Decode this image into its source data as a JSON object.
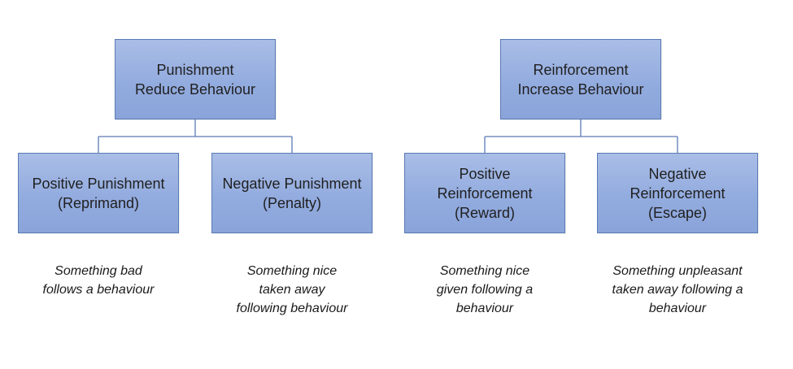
{
  "diagram": {
    "punishment": {
      "root": {
        "lines": [
          "Punishment",
          "Reduce Behaviour"
        ]
      },
      "positive": {
        "lines": [
          "Positive Punishment",
          "(Reprimand)"
        ],
        "caption": [
          "Something bad",
          "follows a behaviour"
        ]
      },
      "negative": {
        "lines": [
          "Negative Punishment",
          "(Penalty)"
        ],
        "caption": [
          "Something nice",
          "taken away",
          "following behaviour"
        ]
      }
    },
    "reinforcement": {
      "root": {
        "lines": [
          "Reinforcement",
          "Increase Behaviour"
        ]
      },
      "positive": {
        "lines": [
          "Positive",
          "Reinforcement",
          "(Reward)"
        ],
        "caption": [
          "Something nice",
          "given following a",
          "behaviour"
        ]
      },
      "negative": {
        "lines": [
          "Negative",
          "Reinforcement",
          "(Escape)"
        ],
        "caption": [
          "Something unpleasant",
          "taken away following a",
          "behaviour"
        ]
      }
    },
    "colors": {
      "box_fill": "#93acdf",
      "box_border": "#5a7bb5",
      "connector": "#5a7bb5"
    }
  }
}
